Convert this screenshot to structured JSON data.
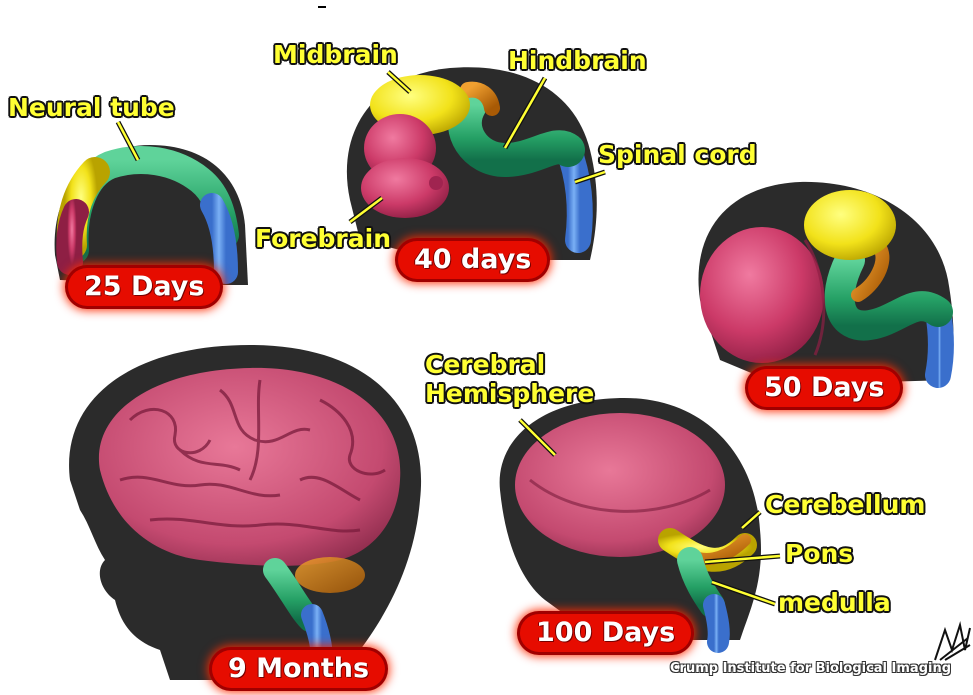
{
  "stages": [
    {
      "age": "25 Days"
    },
    {
      "age": "40 days"
    },
    {
      "age": "50 Days"
    },
    {
      "age": "9 Months"
    },
    {
      "age": "100 Days"
    }
  ],
  "labels": {
    "neural_tube": "Neural tube",
    "midbrain": "Midbrain",
    "hindbrain": "Hindbrain",
    "spinal_cord": "Spinal cord",
    "forebrain": "Forebrain",
    "cerebral_hemisphere_line1": "Cerebral",
    "cerebral_hemisphere_line2": "Hemisphere",
    "cerebellum": "Cerebellum",
    "pons": "Pons",
    "medulla": "medulla"
  },
  "credit": "Crump Institute for Biological Imaging",
  "colors": {
    "forebrain": "#d23f6e",
    "midbrain": "#f2ea1a",
    "hindbrain": "#e08a10",
    "hindbrain_tube": "#2fb072",
    "spinal_cord": "#5b8fe0",
    "silhouette": "#2a2a2a",
    "label_text": "#ffff33",
    "age_badge": "#e60c00"
  }
}
